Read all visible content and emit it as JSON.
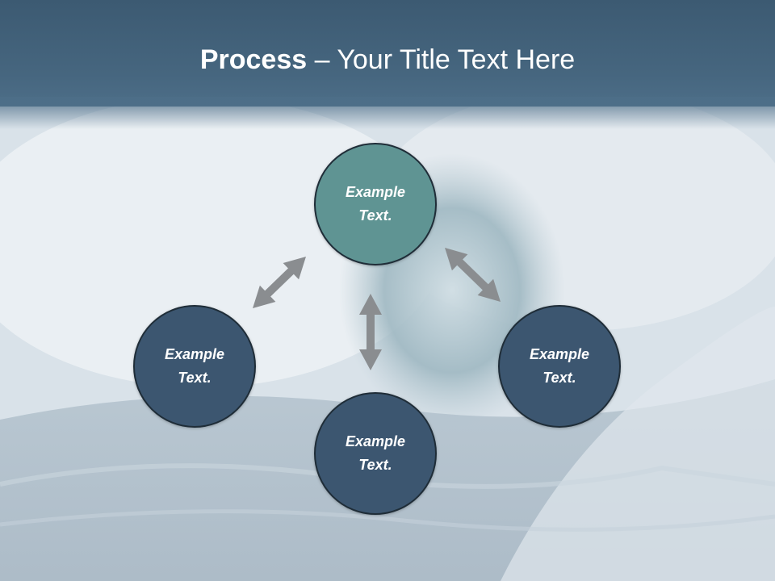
{
  "title": {
    "bold": "Process",
    "rest": " – Your Title Text Here"
  },
  "nodes": {
    "top": {
      "line1": "Example",
      "line2": "Text."
    },
    "left": {
      "line1": "Example",
      "line2": "Text."
    },
    "right": {
      "line1": "Example",
      "line2": "Text."
    },
    "bottom": {
      "line1": "Example",
      "line2": "Text."
    }
  },
  "colors": {
    "header": "#46667f",
    "accent_node": "#5f9493",
    "dark_node": "#3c5670",
    "arrow": "#8a8d90"
  },
  "icons": {
    "arrows": "double-headed-arrow-icon"
  }
}
